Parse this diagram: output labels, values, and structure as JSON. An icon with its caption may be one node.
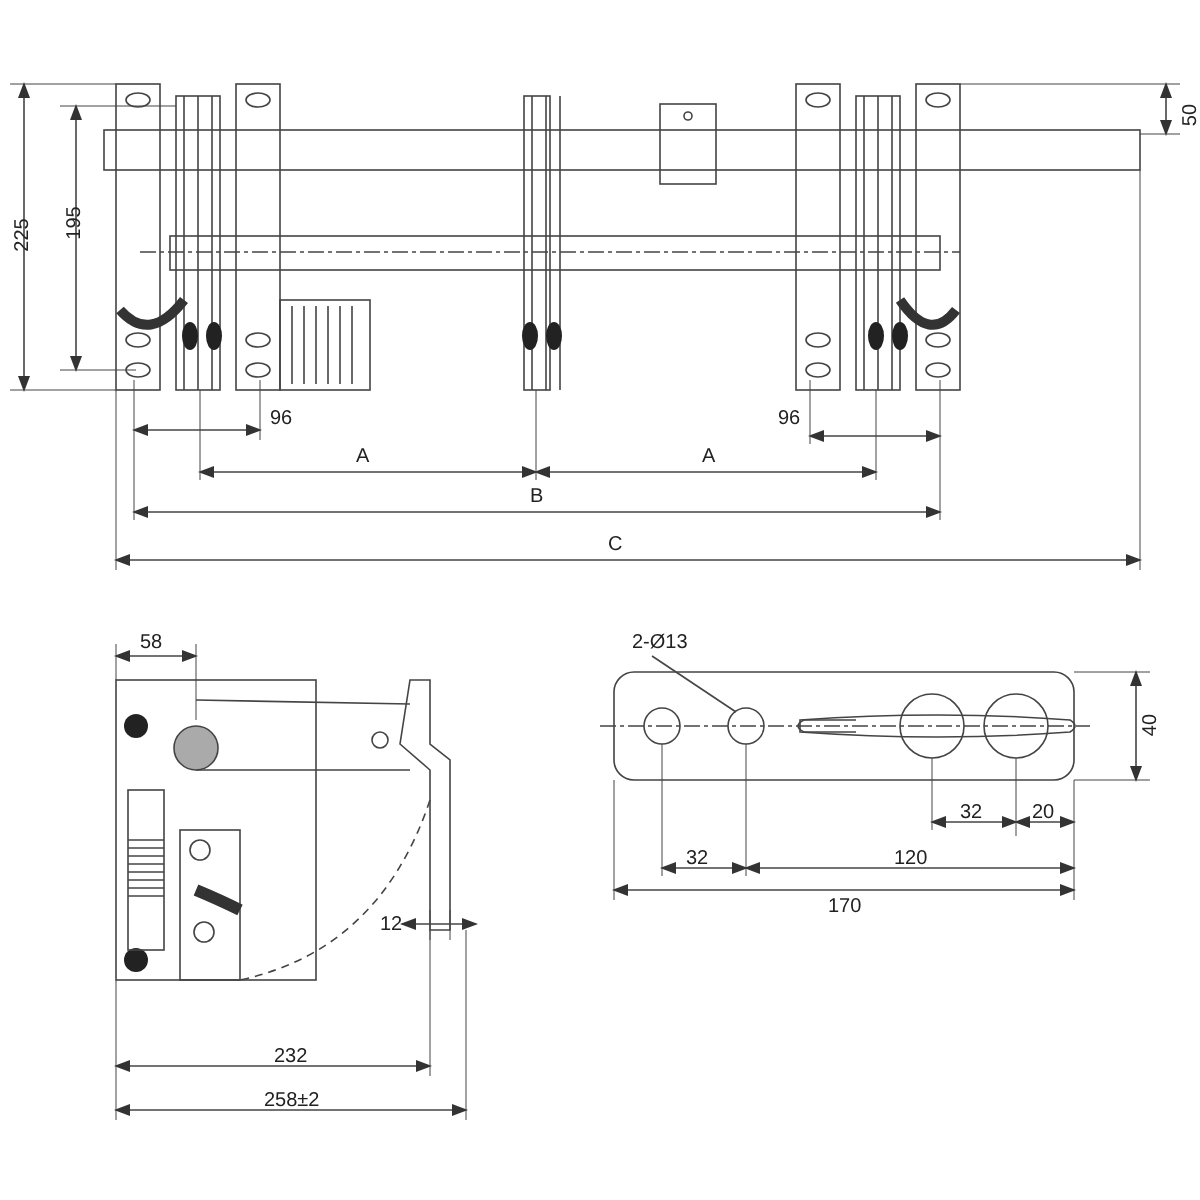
{
  "diagram": {
    "nodes": [
      {
        "text": [
          "2-Ø13"
        ]
      },
      {
        "text": [],
        "shape": "circle"
      }
    ],
    "edges": [
      {
        "from": 0,
        "to": 1,
        "arrow": "none"
      }
    ],
    "labels": [
      "50",
      "225",
      "195",
      "96",
      "96",
      "A",
      "A",
      "B",
      "C",
      "58",
      "40",
      "32",
      "20",
      "32",
      "120",
      "12",
      "170",
      "232",
      "258±2"
    ]
  }
}
